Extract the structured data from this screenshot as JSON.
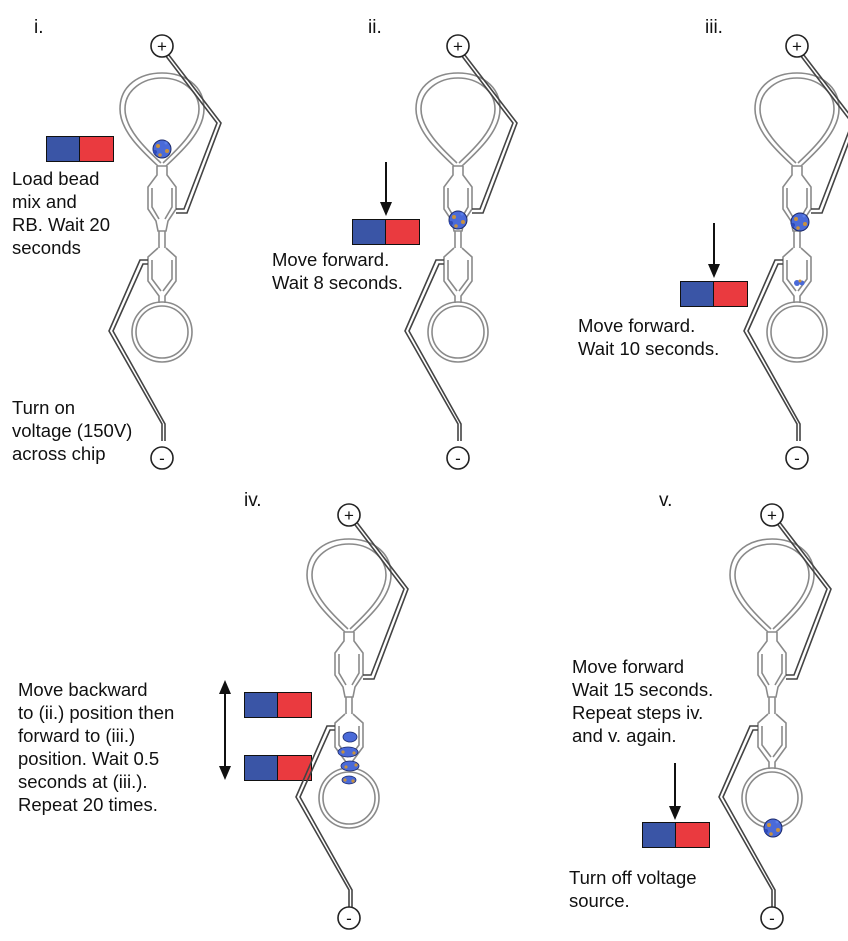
{
  "colors": {
    "magnet_north": "#3a55a6",
    "magnet_south": "#ea3a3f",
    "bead": "#4a6ad8",
    "bead_rb": "#c8913e"
  },
  "terminal_plus": "+",
  "terminal_minus": "-",
  "steps": [
    {
      "label": "i.",
      "instruction": "Load bead\nmix and\nRB. Wait 20\nseconds",
      "instruction2": "Turn on\nvoltage (150V)\nacross chip"
    },
    {
      "label": "ii.",
      "instruction": "Move forward.\nWait 8 seconds."
    },
    {
      "label": "iii.",
      "instruction": "Move forward.\nWait 10 seconds."
    },
    {
      "label": "iv.",
      "instruction": "Move backward\nto (ii.) position then\nforward to (iii.)\nposition. Wait 0.5\nseconds at (iii.).\nRepeat 20 times."
    },
    {
      "label": "v.",
      "instruction": "Move forward\nWait 15 seconds.\nRepeat steps iv.\nand v. again.",
      "instruction2": "Turn off voltage\nsource."
    }
  ]
}
